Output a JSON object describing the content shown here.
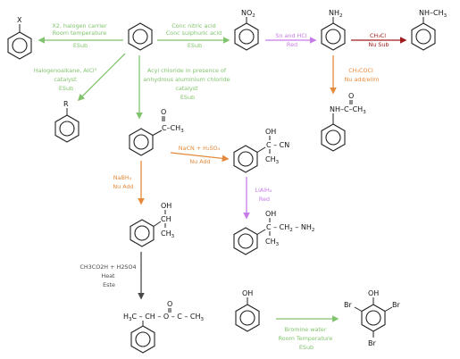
{
  "colors": {
    "green": "#82c46e",
    "purple": "#c77be6",
    "orange": "#e58a3c",
    "darkred": "#a01b1b",
    "gray": "#4a4a4a",
    "ink": "#111111"
  },
  "molecules": {
    "halobenzene": {
      "sub": "X"
    },
    "nitrobenzene": {
      "sub": "NO",
      "sub2": "2"
    },
    "aniline": {
      "sub": "NH",
      "sub2": "2"
    },
    "n_methylaniline": {
      "sub": "NH–CH",
      "sub2": "3"
    },
    "alkylbenzene": {
      "sub": "R"
    },
    "acetanilide": {
      "sub1": "NH–C–CH",
      "sub2": "3",
      "o": "O"
    },
    "acetophenone": {
      "o": "O",
      "sub": "C–CH",
      "sub2": "3"
    },
    "cyanohydrin": {
      "oh": "OH",
      "cn": "C – CN",
      "ch3": "CH",
      "ch3_2": "3"
    },
    "phenylethanol": {
      "oh": "OH",
      "ch": "CH",
      "ch3": "CH",
      "ch3_2": "3"
    },
    "aminoalcohol": {
      "oh": "OH",
      "chain": "C – CH",
      "chain2": "2",
      "chain3": " – NH",
      "chain4": "2",
      "ch3": "CH",
      "ch3_2": "3"
    },
    "ester": {
      "o": "O",
      "chain": "H",
      "chain_sub": "3",
      "chain_rest": "C – CH – O – C – CH",
      "chain_end": "3"
    },
    "phenol": {
      "oh": "OH"
    },
    "tribromophenol": {
      "oh": "OH",
      "br1": "Br",
      "br2": "Br",
      "br3": "Br"
    }
  },
  "reactions": {
    "halogenation": {
      "lines": [
        "X2, halogen carrier",
        "Room temperature",
        "ESub"
      ]
    },
    "nitration": {
      "lines": [
        "Conc nitric acid",
        "Conc sulphuric acid",
        "ESub"
      ]
    },
    "reduction_nitro": {
      "lines": [
        "Sn and HCl",
        "Red"
      ]
    },
    "methylation": {
      "lines": [
        "CH₃Cl",
        "Nu Sub"
      ]
    },
    "alkylation": {
      "lines": [
        "Halogenoalkane, AlCl³",
        "catalyst",
        "ESub"
      ]
    },
    "acylation": {
      "lines": [
        "Acyl chloride in presence of",
        "anhydrous aluminium chloride",
        "catalyst",
        "ESub"
      ]
    },
    "acyl_amine": {
      "lines": [
        "CH₃COCl",
        "Nu add/elim"
      ]
    },
    "cyanohydrin_formation": {
      "lines": [
        "NaCN + H₂SO₄",
        "Nu Add"
      ]
    },
    "nabh4_reduction": {
      "lines": [
        "NaBH₄",
        "Nu Add"
      ]
    },
    "lialh4_reduction": {
      "lines": [
        "LiAlH₄",
        "Red"
      ]
    },
    "esterification": {
      "lines": [
        "CH3CO2H + H2SO4",
        "Heat",
        "Este"
      ]
    },
    "bromination": {
      "lines": [
        "Bromine water",
        "Room Temperature",
        "ESub"
      ]
    }
  }
}
